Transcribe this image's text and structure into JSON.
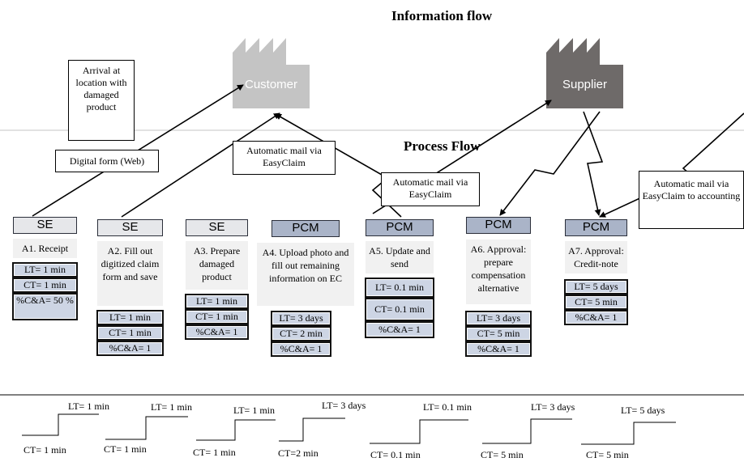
{
  "headers": {
    "info": "Information flow",
    "process": "Process Flow"
  },
  "entities": {
    "customer": "Customer",
    "supplier": "Supplier"
  },
  "notes": {
    "arrival": "Arrival at location with damaged product",
    "digital_form": "Digital form (Web)",
    "auto_mail_1": "Automatic mail via EasyClaim",
    "auto_mail_2": "Automatic mail via EasyClaim",
    "auto_mail_3": "Automatic mail via EasyClaim to accounting"
  },
  "steps": [
    {
      "role": "SE",
      "desc": "A1. Receipt",
      "metrics": [
        "LT= 1 min",
        "CT= 1 min",
        "%C&A= 50 %"
      ]
    },
    {
      "role": "SE",
      "desc": "A2. Fill out digitized claim form and save",
      "metrics": [
        "LT= 1 min",
        "CT= 1 min",
        "%C&A= 1"
      ]
    },
    {
      "role": "SE",
      "desc": "A3. Prepare damaged product",
      "metrics": [
        "LT= 1 min",
        "CT= 1 min",
        "%C&A= 1"
      ]
    },
    {
      "role": "PCM",
      "desc": "A4. Upload photo and fill out remaining information on EC",
      "metrics": [
        "LT= 3 days",
        "CT= 2 min",
        "%C&A= 1"
      ]
    },
    {
      "role": "PCM",
      "desc": "A5. Update and send",
      "metrics": [
        "LT= 0.1 min",
        "CT= 0.1 min",
        "%C&A= 1"
      ]
    },
    {
      "role": "PCM",
      "desc": "A6. Approval: prepare compensation alternative",
      "metrics": [
        "LT= 3 days",
        "CT= 5 min",
        "%C&A= 1"
      ]
    },
    {
      "role": "PCM",
      "desc": "A7. Approval: Credit-note",
      "metrics": [
        "LT= 5 days",
        "CT= 5 min",
        "%C&A= 1"
      ]
    }
  ],
  "timeline": [
    {
      "lt": "LT= 1 min",
      "ct": "CT= 1 min"
    },
    {
      "lt": "LT= 1 min",
      "ct": "CT= 1 min"
    },
    {
      "lt": "LT= 1 min",
      "ct": "CT= 1 min"
    },
    {
      "lt": "LT= 3 days",
      "ct": "CT=2 min"
    },
    {
      "lt": "LT= 0.1 min",
      "ct": "CT= 0.1 min"
    },
    {
      "lt": "LT= 3 days",
      "ct": "CT= 5 min"
    },
    {
      "lt": "LT= 5 days",
      "ct": "CT= 5 min"
    }
  ],
  "colors": {
    "customer": "#c4c4c4",
    "supplier": "#6e6a69",
    "pcm": "#aab4c8",
    "se": "#e6e7ea",
    "metric": "#cdd5e4"
  }
}
